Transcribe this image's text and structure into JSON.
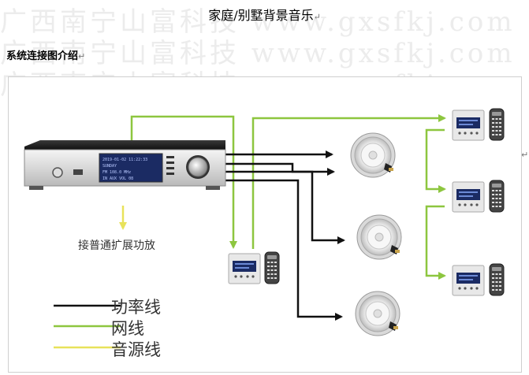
{
  "watermark": {
    "lines": [
      "广西南宁山富科技  www.gxsfkj.com",
      "广西南宁山富科技  www.gxsfkj.com",
      "广西南宁山富科技  www.gxsfkj.com"
    ]
  },
  "document": {
    "title": "家庭/别墅背景音乐",
    "section_heading": "系统连接图介绍",
    "paragraph_mark": "↵"
  },
  "diagram": {
    "amp_caption": "接普通扩展功放",
    "legend": [
      {
        "label": "功率线",
        "color": "#111111"
      },
      {
        "label": "网线",
        "color": "#8dc63f"
      },
      {
        "label": "音源线",
        "color": "#e8e25a"
      }
    ],
    "host_display": {
      "line1": "2019-01-02  11:22:33",
      "line2": "SUNDAY",
      "line3": "FM  108.0  MHz",
      "line4": "IN  AUX  VOL  08"
    },
    "colors": {
      "power_line": "#111111",
      "network_line": "#8dc63f",
      "source_line": "#e8e25a",
      "display": "#1b2b63",
      "panel_frame": "#e5e5e5"
    }
  }
}
